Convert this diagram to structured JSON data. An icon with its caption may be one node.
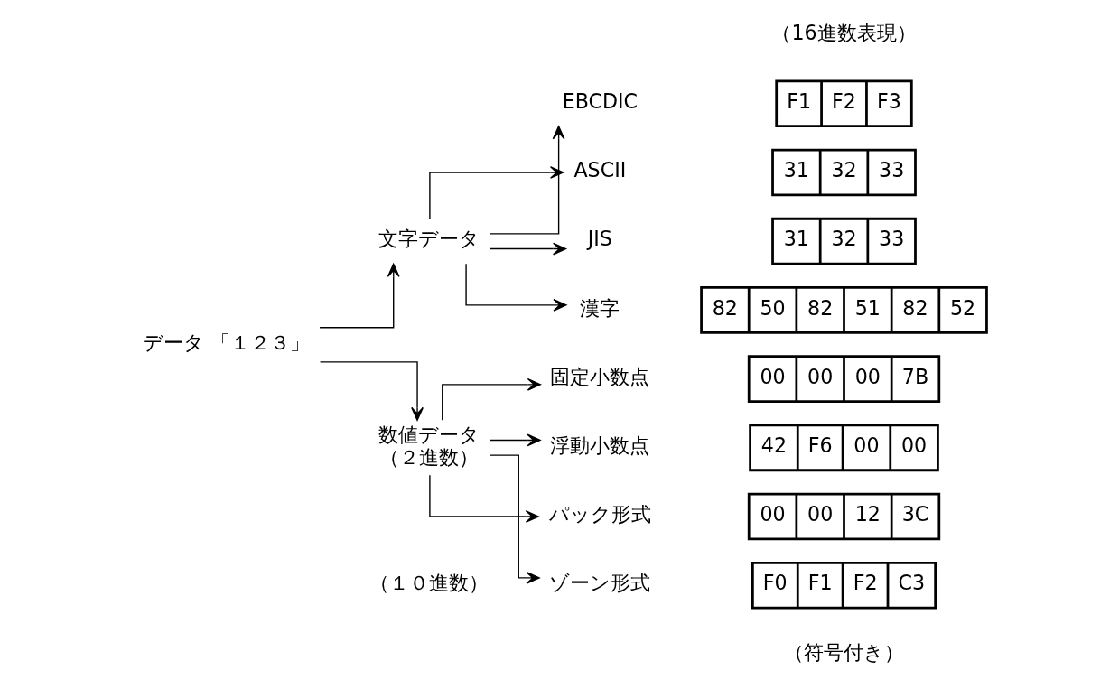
{
  "diagram": {
    "nodes": [
      {
        "text": [
          "データ 「１２３」"
        ]
      },
      {
        "text": [
          "文字データ"
        ]
      },
      {
        "text": [
          "EBCDIC"
        ]
      },
      {
        "text": [
          "ASCII"
        ]
      },
      {
        "text": [
          "JIS"
        ]
      },
      {
        "text": [
          "漢字"
        ]
      },
      {
        "text": [
          "数値データ",
          "（２進数）"
        ]
      },
      {
        "text": [
          "固定小数点"
        ]
      },
      {
        "text": [
          "浮動小数点"
        ]
      },
      {
        "text": [
          "ゾーン形式"
        ]
      },
      {
        "text": [
          "パック形式"
        ]
      },
      {
        "text": [
          "F1",
          "F2",
          "F3"
        ]
      },
      {
        "text": [
          "31",
          "32",
          "33"
        ]
      },
      {
        "text": [
          "31",
          "32",
          "33"
        ]
      },
      {
        "text": [
          "82",
          "50",
          "82",
          "51",
          "82",
          "52"
        ]
      },
      {
        "text": [
          "00",
          "00",
          "00",
          "7B"
        ]
      },
      {
        "text": [
          "42",
          "F6",
          "00",
          "00"
        ]
      },
      {
        "text": [
          "F0",
          "F1",
          "F2",
          "C3"
        ],
        "beside": [
          "（符号付き）"
        ]
      },
      {
        "text": [
          "00",
          "00",
          "12",
          "3C"
        ]
      }
    ],
    "edges": [
      {
        "from": 0,
        "to": 1,
        "arrow": "to"
      },
      {
        "from": 0,
        "to": 6,
        "arrow": "to"
      },
      {
        "from": 1,
        "to": 2,
        "arrow": "to"
      },
      {
        "from": 1,
        "to": 3,
        "arrow": "to"
      },
      {
        "from": 1,
        "to": 4,
        "arrow": "to"
      },
      {
        "from": 1,
        "to": 5,
        "arrow": "to"
      },
      {
        "from": 6,
        "to": 7,
        "arrow": "to"
      },
      {
        "from": 6,
        "to": 8,
        "arrow": "to"
      },
      {
        "from": 6,
        "to": 9,
        "arrow": "to"
      },
      {
        "from": 6,
        "to": 10,
        "arrow": "to"
      }
    ],
    "labels": [
      "（16進数表現）",
      "（１０進数）"
    ]
  }
}
